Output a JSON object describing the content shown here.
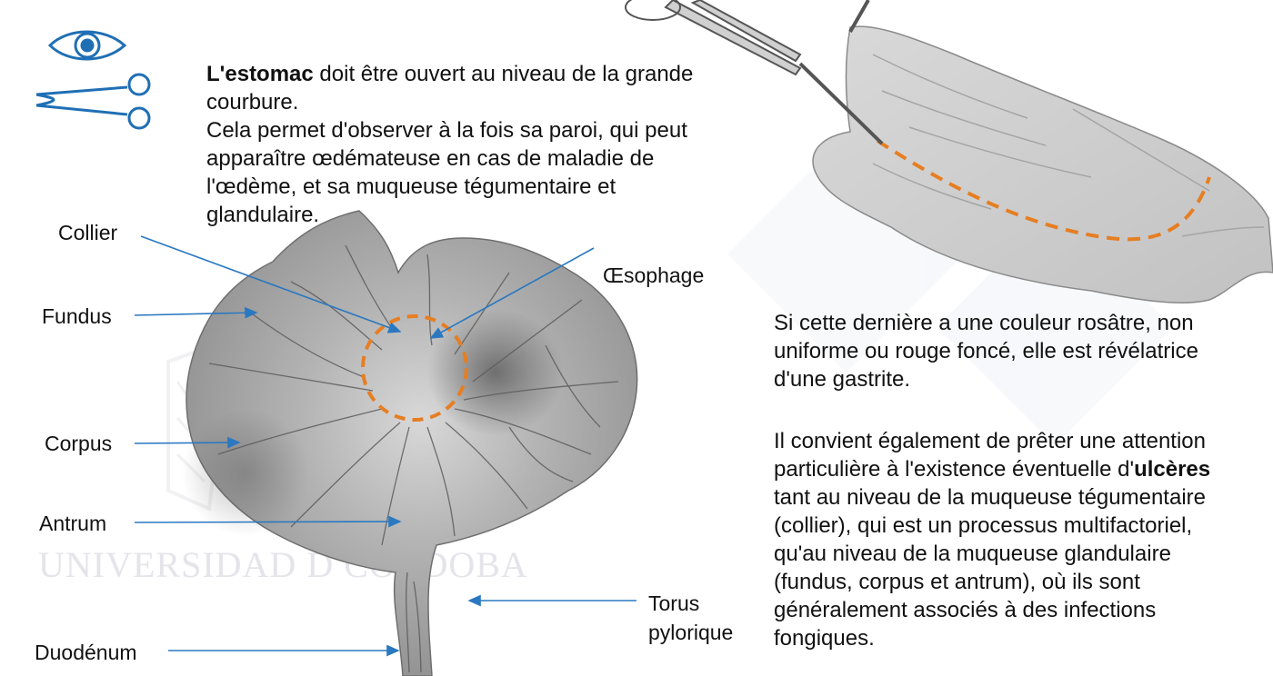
{
  "intro": {
    "bold": "L'estomac",
    "line1_rest": " doit être ouvert au niveau de la grande",
    "line2": "courbure.",
    "line3": "Cela permet d'observer à la fois sa paroi, qui peut",
    "line4": "apparaître œdémateuse en cas de maladie de",
    "line5": "l'œdème, et sa muqueuse tégumentaire et",
    "line6": "glandulaire."
  },
  "gastritis": {
    "line1": "Si cette dernière a une couleur rosâtre, non",
    "line2": "uniforme ou rouge foncé, elle est révélatrice",
    "line3": "d'une gastrite."
  },
  "ulcers": {
    "line1": "Il convient également de prêter une attention",
    "line2_pre": "particulière à l'existence éventuelle d'",
    "line2_bold": "ulcères",
    "line3": "tant au niveau de la muqueuse tégumentaire",
    "line4": "(collier), qui est un processus multifactoriel,",
    "line5": "qu'au niveau de la muqueuse glandulaire",
    "line6": "(fundus, corpus et antrum), où ils sont",
    "line7": "généralement associés à des infections",
    "line8": "fongiques."
  },
  "labels": {
    "collier": "Collier",
    "fundus": "Fundus",
    "corpus": "Corpus",
    "antrum": "Antrum",
    "duodenum": "Duodénum",
    "oesophage": "Œsophage",
    "torus_line1": "Torus",
    "torus_line2": "pylorique"
  },
  "watermark": "UNIVERSIDAD D  CÓRDOBA",
  "icons": [
    "eye-icon",
    "scissors-icon",
    "forceps-icon"
  ],
  "colors": {
    "arrow": "#2a78c0",
    "cut_line": "#e67e22",
    "icon": "#1f6fb5",
    "stomach": "#a9a9a9"
  }
}
